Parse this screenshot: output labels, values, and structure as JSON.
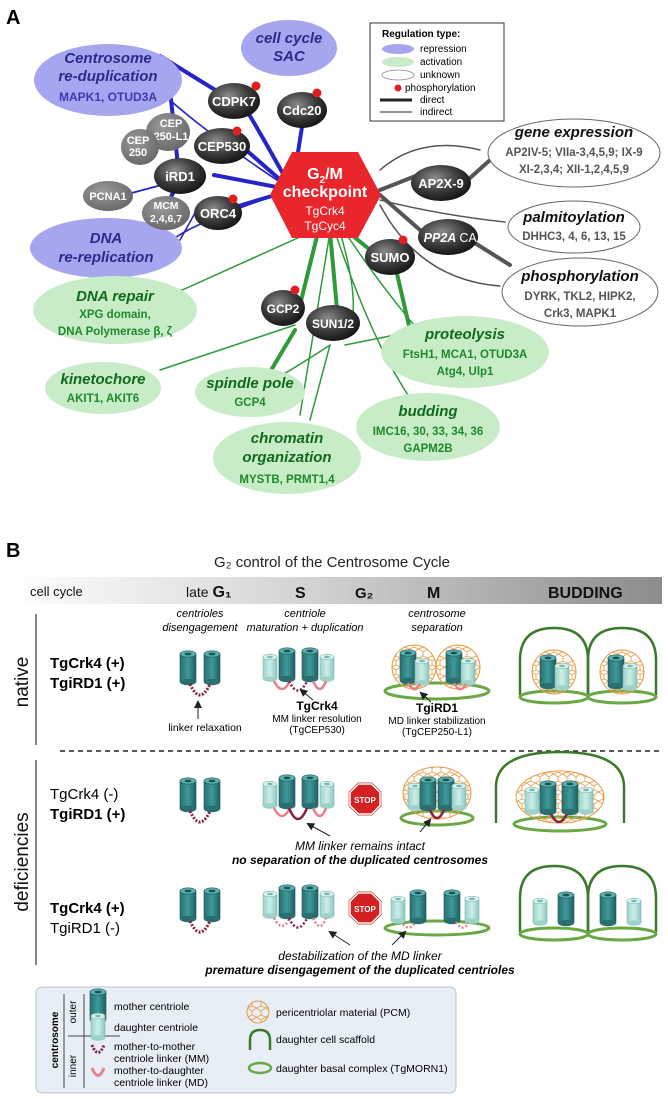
{
  "panelA": {
    "letter": "A",
    "legend": {
      "title": "Regulation type:",
      "items": [
        "repression",
        "activation",
        "unknown",
        "phosphorylation",
        "direct",
        "indirect"
      ]
    },
    "center": {
      "title_g": "G",
      "title_sub": "2",
      "title_rest": "/M",
      "title2": "checkpoint",
      "line1": "TgCrk4",
      "line2": "TgCyc4"
    },
    "groups": {
      "centrosome": {
        "title1": "Centrosome",
        "title2": "re-duplication",
        "items": "MAPK1, OTUD3A"
      },
      "sac": {
        "title1": "cell cycle",
        "title2": "SAC"
      },
      "dna_rep": {
        "title1": "DNA",
        "title2": "re-replication"
      },
      "gene": {
        "title": "gene expression",
        "items1": "AP2IV-5; VIIa-3,4,5,9; IX-9",
        "items2": "XI-2,3,4; XII-1,2,4,5,9"
      },
      "palm": {
        "title": "palmitoylation",
        "items": "DHHC3, 4, 6, 13, 15"
      },
      "phos": {
        "title": "phosphorylation",
        "items1": "DYRK, TKL2, HIPK2,",
        "items2": "Crk3, MAPK1"
      },
      "dna_repair": {
        "title": "DNA repair",
        "items1": "XPG domain,",
        "items2": "DNA Polymerase β, ζ"
      },
      "kinetochore": {
        "title": "kinetochore",
        "items": "AKIT1, AKIT6"
      },
      "spindle": {
        "title": "spindle pole",
        "items": "GCP4"
      },
      "chromatin": {
        "title1": "chromatin",
        "title2": "organization",
        "items": "MYSTB, PRMT1,4"
      },
      "proteolysis": {
        "title": "proteolysis",
        "items1": "FtsH1, MCA1, OTUD3A",
        "items2": "Atg4, Ulp1"
      },
      "budding": {
        "title": "budding",
        "items1": "IMC16, 30, 33, 34, 36",
        "items2": "GAPM2B"
      }
    },
    "nodes": {
      "cdpk7": "CDPK7",
      "cdc20": "Cdc20",
      "cep530": "CEP530",
      "ird1": "iRD1",
      "cep250l1_a": "CEP",
      "cep250l1_b": "250-L1",
      "cep250_a": "CEP",
      "cep250_b": "250",
      "pcna1": "PCNA1",
      "mcm_a": "MCM",
      "mcm_b": "2,4,6,7",
      "orc4": "ORC4",
      "ap2x9": "AP2X-9",
      "pp2aca_a": "PP2A",
      "pp2aca_b": "CA",
      "sumo": "SUMO",
      "gcp2": "GCP2",
      "sun12": "SUN1/2"
    }
  },
  "panelB": {
    "letter": "B",
    "title": "G₂ control of the Centrosome Cycle",
    "phases": {
      "label": "cell cycle",
      "g1_pre": "late ",
      "g1": "G₁",
      "s": "S",
      "g2": "G₂",
      "m": "M",
      "budding": "BUDDING"
    },
    "native": {
      "section": "native",
      "crk4": "TgCrk4 (+)",
      "ird1": "TgiRD1 (+)",
      "h1a": "centrioles",
      "h1b": "disengagement",
      "h2a": "centriole",
      "h2b": "maturation + duplication",
      "h3a": "centrosome",
      "h3b": "separation",
      "linker": "linker relaxation",
      "a1_title": "TgCrk4",
      "a1_l1": "MM  linker resolution",
      "a1_l2": "(TgCEP530)",
      "a2_title": "TgiRD1",
      "a2_l1": "MD linker stabilization",
      "a2_l2": "(TgCEP250-L1)"
    },
    "deficiencies": {
      "section": "deficiencies",
      "r1_crk4": "TgCrk4 (-)",
      "r1_ird1": "TgiRD1 (+)",
      "r1_note1": "MM linker remains intact",
      "r1_note2": "no separation of the duplicated centrosomes",
      "r2_crk4": "TgCrk4 (+)",
      "r2_ird1": "TgiRD1 (-)",
      "r2_note1": "destabilization of the MD linker",
      "r2_note2": "premature disengagement of the duplicated centrioles",
      "stop": "STOP"
    },
    "legend": {
      "centrosome": "centrosome",
      "outer": "outer",
      "inner": "inner",
      "mother": "mother centriole",
      "daughter": "daughter centriole",
      "mm1": "mother-to-mother",
      "mm2": "centriole linker (MM)",
      "md1": "mother-to-daughter",
      "md2": "centriole linker (MD)",
      "pcm": "pericentriolar material (PCM)",
      "scaffold": "daughter cell scaffold",
      "basal": "daughter basal complex (TgMORN1)"
    }
  },
  "colors": {
    "repression": "#a6a6f0",
    "repression_text": "#3a3ab8",
    "repression_line": "#2424c8",
    "activation": "#c8ecc8",
    "activation_text": "#1e8a2a",
    "activation_line": "#2e9a3a",
    "unknown_line": "#555555",
    "center": "#e8262b",
    "dot": "#e02020",
    "mother": "#2e7f80",
    "daughter": "#a8dcd4",
    "pcm": "#f4a460",
    "scaffold": "#3a7a2a"
  }
}
